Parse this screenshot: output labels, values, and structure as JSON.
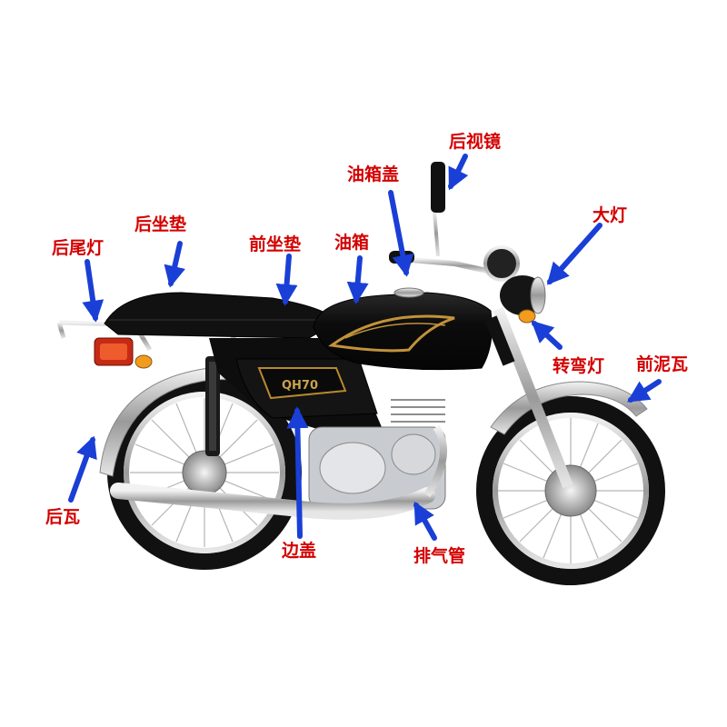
{
  "diagram": {
    "model_badge": "QH70",
    "label_color": "#d40000",
    "arrow_color": "#1a3fd6",
    "labels": {
      "mirror": "后视镜",
      "fuel_cap": "油箱盖",
      "headlight": "大灯",
      "rear_seat": "后坐垫",
      "front_seat": "前坐垫",
      "fuel_tank": "油箱",
      "taillight": "后尾灯",
      "turn_signal": "转弯灯",
      "front_fender": "前泥瓦",
      "rear_fender": "后瓦",
      "side_cover": "边盖",
      "exhaust": "排气管"
    }
  }
}
